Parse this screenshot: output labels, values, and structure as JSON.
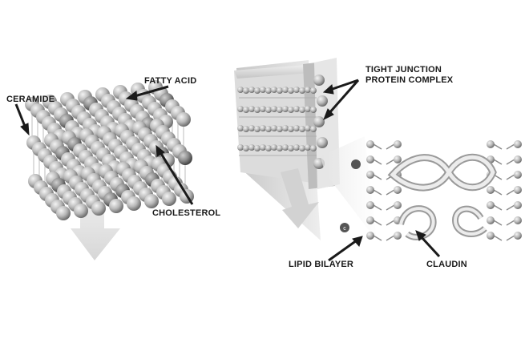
{
  "labels": {
    "ceramide": "CERAMIDE",
    "fatty_acid": "FATTY ACID",
    "cholesterol": "CHOLESTEROL",
    "tight_junction_line1": "TIGHT JUNCTION",
    "tight_junction_line2": "PROTEIN COMPLEX",
    "lipid_bilayer": "LIPID BILAYER",
    "claudin": "CLAUDIN",
    "marker_c": "c"
  },
  "icons": {
    "arrow": "arrow-icon",
    "down_arrow": "down-arrow-icon"
  },
  "colors": {
    "sphere_light": "#e8e8e8",
    "sphere_mid": "#a8a8a8",
    "sphere_dark": "#5a5a5a",
    "label": "#1a1a1a",
    "arrow_shadow": "#d6d6d6"
  }
}
